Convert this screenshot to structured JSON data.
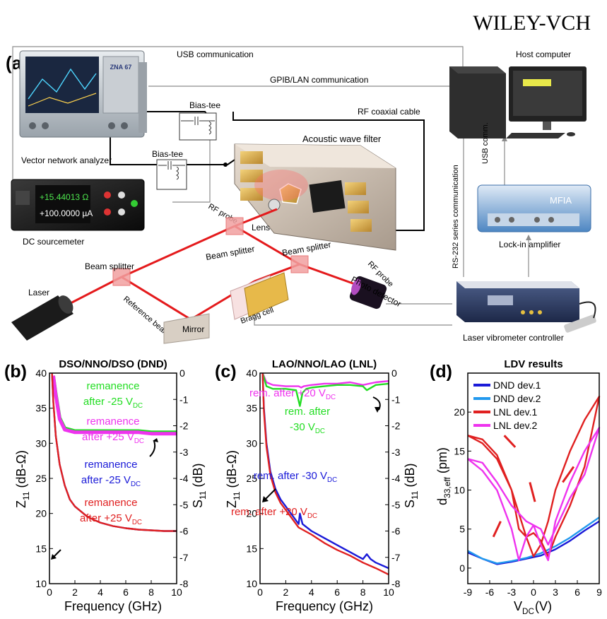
{
  "publisher": "WILEY-VCH",
  "panel_a": {
    "label": "(a)",
    "usb_comm": "USB communication",
    "gpib_comm": "GPIB/LAN communication",
    "rf_cable": "RF coaxial cable",
    "host_computer": "Host computer",
    "vna": "Vector network analyzer",
    "vna_screen": "ZNA 67",
    "bias_tee": "Bias-tee",
    "acoustic_filter": "Acoustic wave filter",
    "rf_probe": "RF probe",
    "lens": "Lens",
    "dc_source": "DC sourcemeter",
    "sm_voltage": "+15.44013 Ω",
    "sm_current": "+100.0000 µA",
    "beam_splitter": "Beam splitter",
    "photo_detector": "Photo detector",
    "laser": "Laser",
    "reference_beam": "Reference beam",
    "bragg_cell": "Bragg cell",
    "mirror": "Mirror",
    "lockin": "Lock-in amplifier",
    "mfia": "MFIA",
    "usb_comm_short": "USB comm.",
    "rs232": "RS-232 series communication",
    "ldv_controller": "Laser vibrometer controller"
  },
  "chart_data": [
    {
      "panel": "(b)",
      "type": "line",
      "title": "DSO/NNO/DSO (DND)",
      "xlabel": "Frequency (GHz)",
      "ylabel_left": "Z11 (dB-Ω)",
      "ylabel_right": "S11 (dB)",
      "xlim": [
        0,
        10
      ],
      "ylim_left": [
        10,
        40
      ],
      "ylim_right": [
        -8,
        0
      ],
      "xticks": [
        "0",
        "2",
        "4",
        "6",
        "8",
        "10"
      ],
      "yticks_left": [
        "10",
        "15",
        "20",
        "25",
        "30",
        "35",
        "40"
      ],
      "yticks_right": [
        "0",
        "-1",
        "-2",
        "-3",
        "-4",
        "-5",
        "-6",
        "-7",
        "-8"
      ],
      "series": [
        {
          "name": "S11 remanence after -25 VDC",
          "axis": "right",
          "color": "#22dd22",
          "x": [
            0.3,
            0.5,
            0.8,
            1.2,
            1.6,
            2,
            3,
            4,
            5,
            6,
            7,
            8,
            9,
            10
          ],
          "y": [
            -0.1,
            -0.8,
            -1.7,
            -2.1,
            -2.15,
            -2.2,
            -2.2,
            -2.2,
            -2.2,
            -2.2,
            -2.2,
            -2.25,
            -2.25,
            -2.25
          ]
        },
        {
          "name": "S11 remanence after +25 VDC",
          "axis": "right",
          "color": "#ee33ee",
          "x": [
            0.3,
            0.5,
            0.8,
            1.2,
            1.6,
            2,
            3,
            4,
            5,
            6,
            7,
            8,
            9,
            10
          ],
          "y": [
            -0.1,
            -0.85,
            -1.75,
            -2.15,
            -2.2,
            -2.25,
            -2.25,
            -2.25,
            -2.25,
            -2.25,
            -2.25,
            -2.3,
            -2.3,
            -2.3
          ]
        },
        {
          "name": "Z11 remanence after -25 VDC",
          "axis": "left",
          "color": "#1a1ad8",
          "x": [
            0.2,
            0.3,
            0.5,
            0.8,
            1.2,
            1.6,
            2,
            3,
            4,
            5,
            6,
            7,
            8,
            9,
            10
          ],
          "y": [
            40,
            36,
            31,
            27,
            24,
            22,
            21,
            19.5,
            18.7,
            18.2,
            17.9,
            17.7,
            17.6,
            17.5,
            17.5
          ]
        },
        {
          "name": "Z11 remanence after +25 VDC",
          "axis": "left",
          "color": "#e02020",
          "x": [
            0.2,
            0.3,
            0.5,
            0.8,
            1.2,
            1.6,
            2,
            3,
            4,
            5,
            6,
            7,
            8,
            9,
            10
          ],
          "y": [
            40,
            36,
            31,
            27,
            24,
            22,
            21,
            19.5,
            18.7,
            18.2,
            17.9,
            17.7,
            17.6,
            17.5,
            17.5
          ]
        }
      ],
      "annotations": [
        {
          "lines": [
            "remanence",
            "after -25 V"
          ],
          "sub": "DC",
          "color": "#22dd22"
        },
        {
          "lines": [
            "remanence",
            "after +25 V"
          ],
          "sub": "DC",
          "color": "#ee33ee"
        },
        {
          "lines": [
            "remanence",
            "after -25 V"
          ],
          "sub": "DC",
          "color": "#1a1ad8"
        },
        {
          "lines": [
            "remanence",
            "after +25 V"
          ],
          "sub": "DC",
          "color": "#e02020"
        }
      ]
    },
    {
      "panel": "(c)",
      "type": "line",
      "title": "LAO/NNO/LAO (LNL)",
      "xlabel": "Frequency (GHz)",
      "ylabel_left": "Z11 (dB-Ω)",
      "ylabel_right": "S11 (dB)",
      "xlim": [
        0,
        10
      ],
      "ylim_left": [
        10,
        40
      ],
      "ylim_right": [
        -8,
        0
      ],
      "xticks": [
        "0",
        "2",
        "4",
        "6",
        "8",
        "10"
      ],
      "yticks_left": [
        "10",
        "15",
        "20",
        "25",
        "30",
        "35",
        "40"
      ],
      "yticks_right": [
        "0",
        "-1",
        "-2",
        "-3",
        "-4",
        "-5",
        "-6",
        "-7",
        "-8"
      ],
      "series": [
        {
          "name": "S11 rem. after +20 VDC",
          "axis": "right",
          "color": "#ee33ee",
          "x": [
            0.2,
            0.5,
            1,
            2,
            3,
            3.2,
            3.4,
            4,
            5,
            6,
            7,
            8,
            9,
            10
          ],
          "y": [
            0,
            -0.35,
            -0.45,
            -0.5,
            -0.5,
            -0.55,
            -0.5,
            -0.45,
            -0.4,
            -0.4,
            -0.35,
            -0.45,
            -0.35,
            -0.3
          ]
        },
        {
          "name": "S11 rem. after -30 VDC",
          "axis": "right",
          "color": "#22dd22",
          "x": [
            0.2,
            0.5,
            1,
            2,
            2.8,
            3.1,
            3.3,
            3.6,
            4,
            5,
            6,
            7,
            8,
            8.3,
            9,
            10
          ],
          "y": [
            0,
            -0.5,
            -0.6,
            -0.6,
            -0.65,
            -1.25,
            -0.75,
            -0.6,
            -0.55,
            -0.5,
            -0.45,
            -0.45,
            -0.5,
            -0.65,
            -0.45,
            -0.4
          ]
        },
        {
          "name": "Z11 rem. after -30 VDC",
          "axis": "left",
          "color": "#1a1ad8",
          "x": [
            0.2,
            0.3,
            0.5,
            0.8,
            1.2,
            1.6,
            2,
            2.6,
            3,
            3.1,
            3.3,
            4,
            5,
            6,
            7,
            8,
            8.3,
            8.6,
            9,
            10
          ],
          "y": [
            40,
            35,
            30,
            26,
            23.5,
            22,
            21,
            19.5,
            18.5,
            20,
            18.5,
            17.5,
            16.5,
            15.5,
            14.5,
            13.5,
            14.2,
            13.5,
            13,
            12.2
          ]
        },
        {
          "name": "Z11 rem. after +20 VDC",
          "axis": "left",
          "color": "#e02020",
          "x": [
            0.2,
            0.3,
            0.5,
            0.8,
            1.2,
            1.6,
            2,
            3,
            4,
            5,
            6,
            7,
            8,
            9,
            10
          ],
          "y": [
            40,
            34.5,
            29.5,
            25.5,
            23,
            21.5,
            20.5,
            18,
            17,
            15.8,
            14.8,
            14,
            13,
            12.2,
            11.3
          ]
        }
      ],
      "annotations": [
        {
          "lines": [
            "rem. after +20 V"
          ],
          "sub": "DC",
          "color": "#ee33ee"
        },
        {
          "lines": [
            "rem. after",
            "-30 V"
          ],
          "sub": "DC",
          "color": "#22dd22"
        },
        {
          "lines": [
            "rem. after -30 V"
          ],
          "sub": "DC",
          "color": "#1a1ad8"
        },
        {
          "lines": [
            "rem. after +20 V"
          ],
          "sub": "DC",
          "color": "#e02020"
        }
      ]
    },
    {
      "panel": "(d)",
      "type": "line",
      "title": "LDV results",
      "xlabel": "V_DC (V)",
      "ylabel": "d33,eff (pm)",
      "xlim": [
        -9,
        9
      ],
      "ylim": [
        -2,
        25
      ],
      "xticks": [
        "-9",
        "-6",
        "-3",
        "0",
        "3",
        "6",
        "9"
      ],
      "yticks": [
        "0",
        "5",
        "10",
        "15",
        "20"
      ],
      "legend_position": "top-left",
      "series": [
        {
          "name": "DND dev.1",
          "color": "#1a1ad8",
          "x": [
            -9,
            -7,
            -5,
            -3,
            -1,
            1,
            3,
            5,
            7,
            9
          ],
          "y": [
            2,
            1.2,
            0.5,
            0.8,
            1.2,
            1.6,
            2.4,
            3.5,
            4.8,
            6
          ]
        },
        {
          "name": "DND dev.2",
          "color": "#2299ee",
          "x": [
            -9,
            -7,
            -5,
            -3,
            -1,
            1,
            3,
            5,
            7,
            9
          ],
          "y": [
            2.2,
            1.2,
            0.6,
            0.9,
            1.3,
            1.9,
            2.8,
            3.9,
            5.2,
            6.5
          ]
        },
        {
          "name": "LNL dev.1",
          "color": "#e02020",
          "x": [
            -9,
            -7,
            -5,
            -3,
            -2,
            -1,
            0,
            1,
            2,
            3,
            5,
            7,
            9,
            7,
            5,
            3,
            2,
            1,
            0,
            -1,
            -3,
            -5,
            -7,
            -9
          ],
          "y": [
            17,
            16.5,
            14.5,
            10,
            5,
            4,
            4.5,
            3.5,
            1.5,
            4,
            8,
            13,
            22,
            19,
            15,
            10,
            6,
            3,
            1.5,
            4,
            10,
            14,
            16,
            17
          ]
        },
        {
          "name": "LNL dev.2",
          "color": "#ee33ee",
          "x": [
            -9,
            -7,
            -5,
            -3,
            -2,
            -1,
            0,
            1,
            2,
            3,
            5,
            7,
            9,
            7,
            5,
            3,
            2,
            1,
            0,
            -1,
            -3,
            -5,
            -7,
            -9
          ],
          "y": [
            14,
            12.5,
            10,
            5,
            1,
            4,
            5.5,
            5,
            3,
            5,
            9,
            12,
            18,
            15,
            11,
            6,
            1,
            3,
            5.5,
            6,
            8,
            11,
            13.5,
            14
          ]
        }
      ]
    }
  ]
}
